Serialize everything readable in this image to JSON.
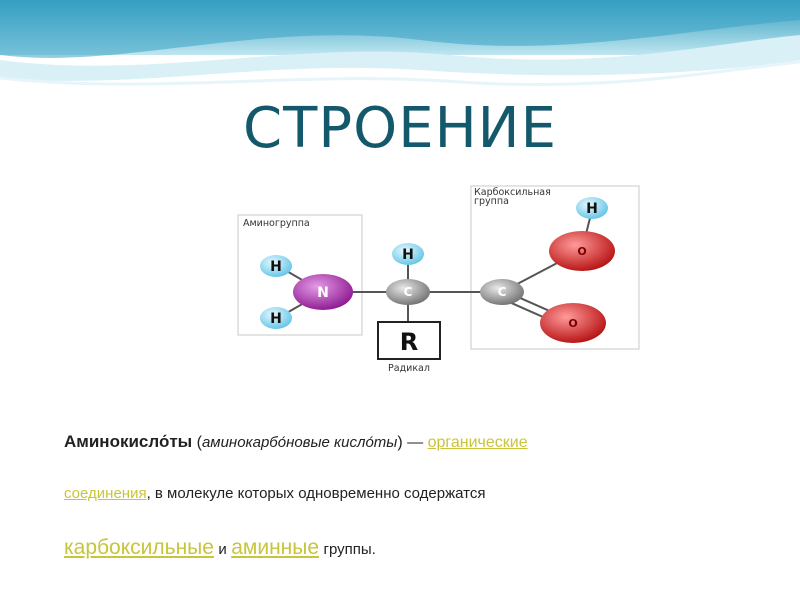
{
  "title": "СТРОЕНИЕ",
  "diagram": {
    "amino_group_label": "Аминогруппа",
    "carboxyl_group_label_line1": "Карбоксильная",
    "carboxyl_group_label_line2": "группа",
    "radical_label": "Радикал",
    "atoms": {
      "h1": "H",
      "h2": "H",
      "n": "N",
      "h_top": "H",
      "c1": "C",
      "r": "R",
      "c2": "C",
      "h_oh": "H",
      "o_top": "O",
      "o_bottom": "O"
    },
    "colors": {
      "hydrogen": "#7fd6f2",
      "nitrogen": "#a42aa8",
      "carbon": "#8a8a8a",
      "oxygen": "#d81818",
      "box_border": "#c8c8c8"
    }
  },
  "text": {
    "term": "Аминокисло́ты",
    "paren_open": "(",
    "alt_term": "аминокарбо́новые кисло́ты",
    "paren_close": ") —",
    "link_organic": "органические",
    "link_compounds": " соединения",
    "line2_rest": ", в молекуле которых одновременно содержатся",
    "link_carboxyl": "карбоксильные",
    "and": "и",
    "link_amine": "аминные",
    "groups": "группы."
  },
  "colors": {
    "title": "#14596b",
    "link": "#c9c43a",
    "wave_light": "#a9ddea",
    "wave_dark": "#2f9bbd"
  }
}
